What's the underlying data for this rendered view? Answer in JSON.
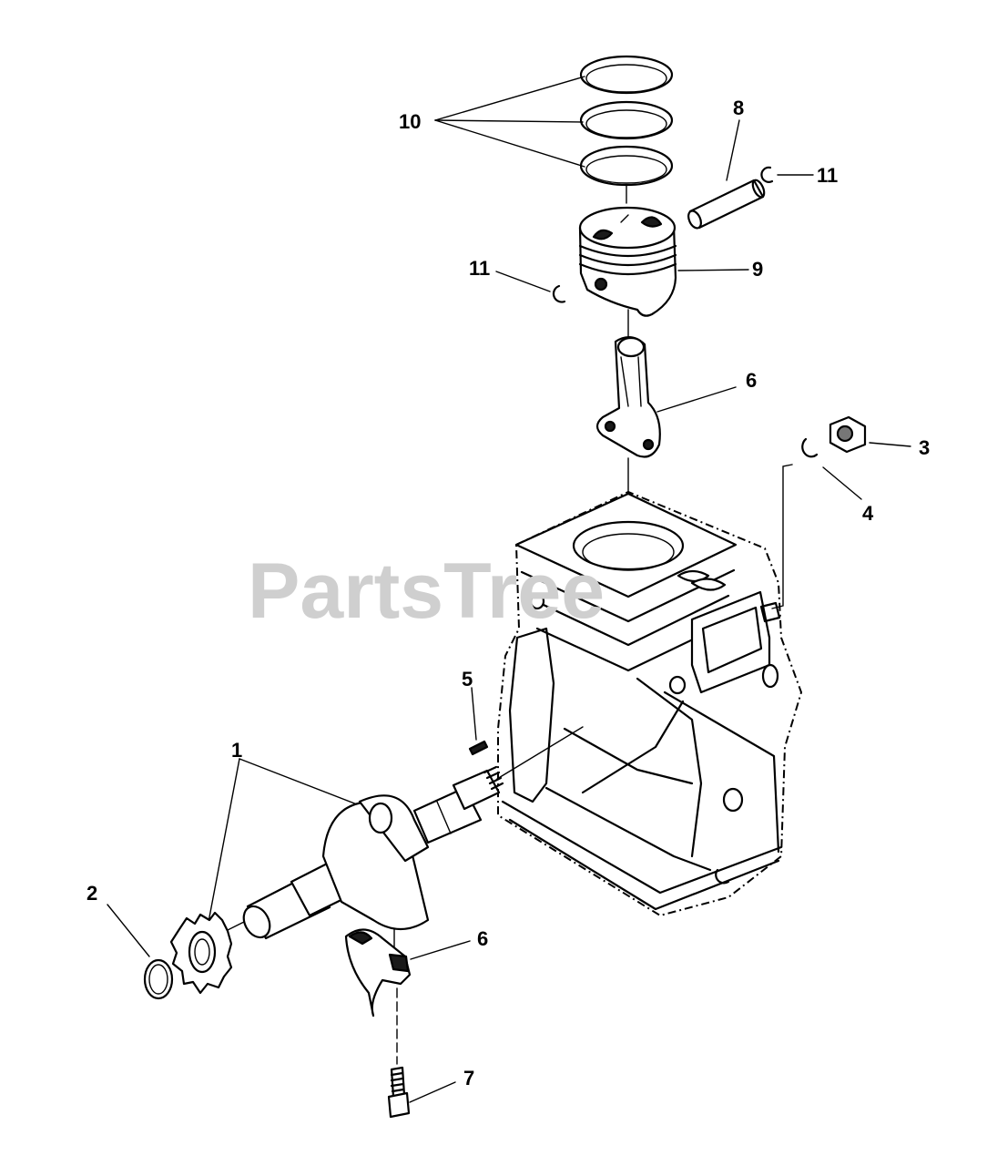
{
  "watermark": "PartsTree",
  "labels": {
    "crankshaft": "1",
    "retaining_ring": "2",
    "nut": "3",
    "lock_washer": "4",
    "key": "5",
    "connecting_rod_upper": "6",
    "connecting_rod_cap": "6",
    "bolt": "7",
    "piston_pin": "8",
    "piston": "9",
    "piston_rings": "10",
    "pin_clip_right": "11",
    "pin_clip_left": "11"
  },
  "colors": {
    "ink": "#000000",
    "watermark": "#cfcfcf",
    "background": "#ffffff"
  }
}
